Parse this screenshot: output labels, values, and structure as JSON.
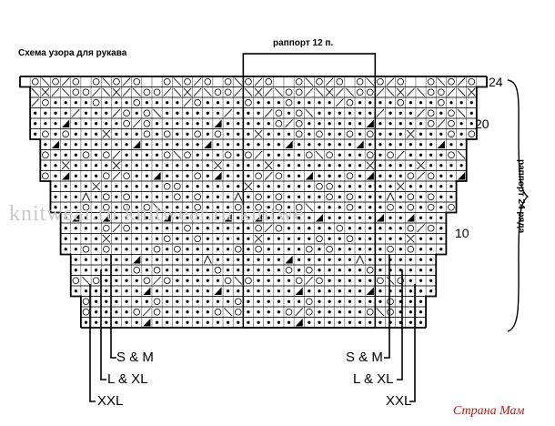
{
  "chart_title": "Схема узора для рукава",
  "repeat_stitches_label": "раппорт 12 п.",
  "repeat_rows_label": "раппорт 24 ряда",
  "row_numbers": [
    "24",
    "20",
    "10"
  ],
  "sizes": {
    "left": [
      "S & M",
      "L & XL",
      "XXL"
    ],
    "right": [
      "S & M",
      "L & XL",
      "XXL"
    ]
  },
  "watermark_text": "knitwear.ru   knitwear.ru   knitwe",
  "site_logo": "Страна Мам",
  "colors": {
    "line": "#000000",
    "watermark": "#c9c9c9",
    "logo": "#c01818"
  },
  "symbol_legend": {
    ".": "purl-dot",
    "o": "yarn-over",
    "/": "k2tog",
    "\\": "ssk",
    "x": "cross",
    "A": "double-decrease",
    "#": "filled-wedge",
    "|": "knit-plain"
  }
}
